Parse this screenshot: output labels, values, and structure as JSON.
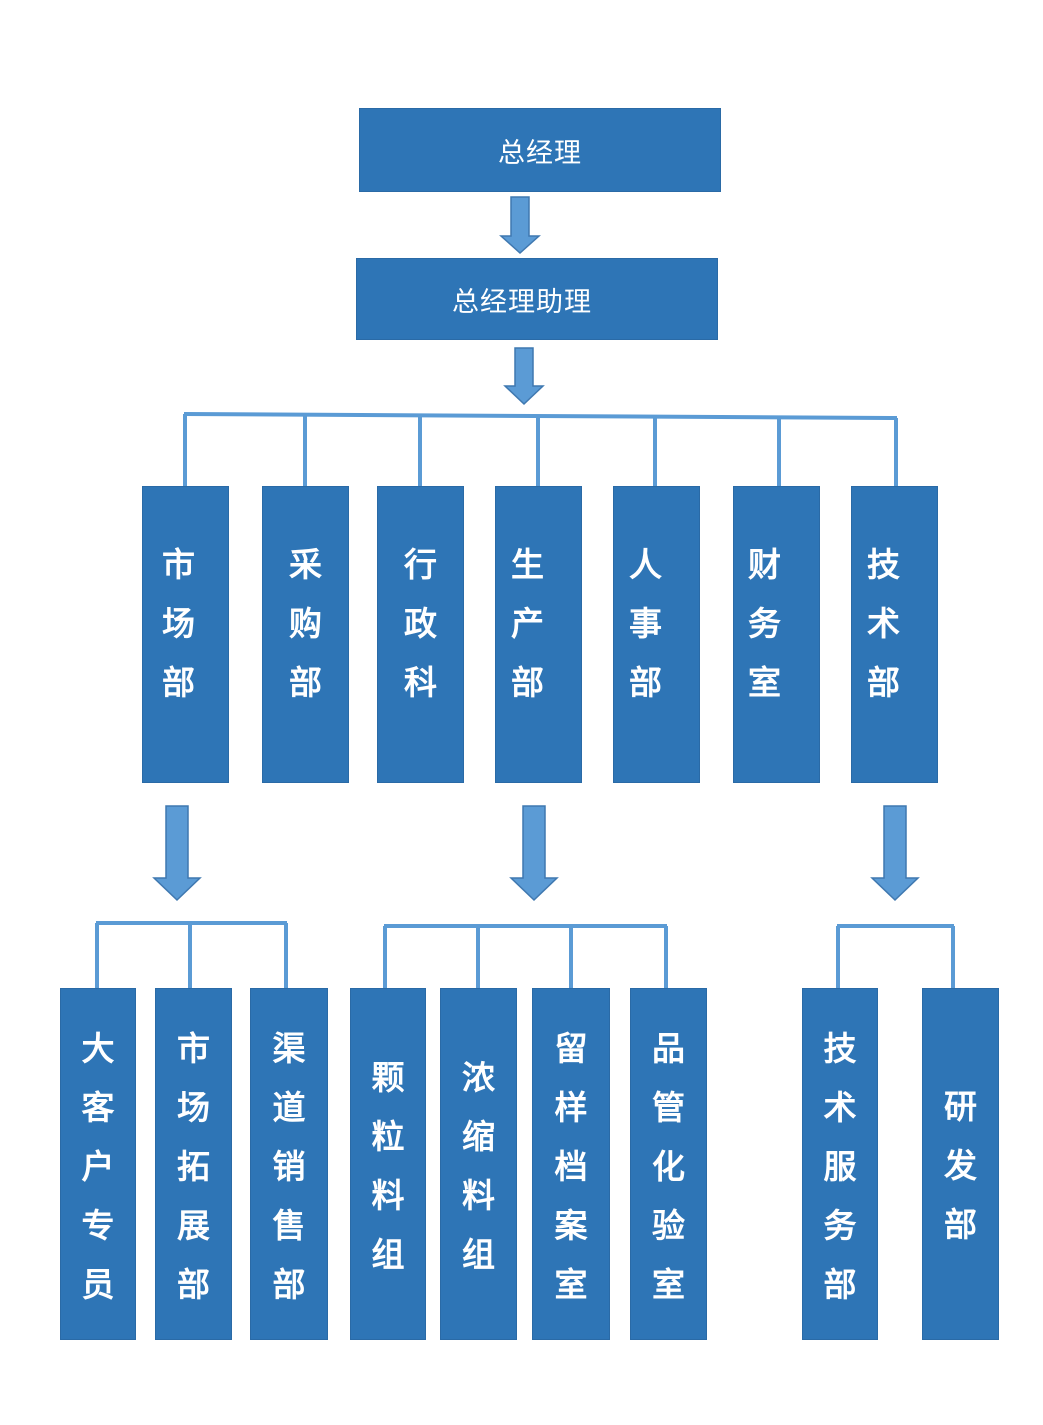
{
  "top": {
    "label": "总经理"
  },
  "assistant": {
    "label": "总经理助理"
  },
  "departments": [
    {
      "label": "市场部"
    },
    {
      "label": "采购部"
    },
    {
      "label": "行政科"
    },
    {
      "label": "生产部"
    },
    {
      "label": "人事部"
    },
    {
      "label": "财务室"
    },
    {
      "label": "技术部"
    }
  ],
  "market_subunits": [
    {
      "label": "大客户专员"
    },
    {
      "label": "市场拓展部"
    },
    {
      "label": "渠道销售部"
    }
  ],
  "production_subunits": [
    {
      "label": "颗粒料组"
    },
    {
      "label": "浓缩料组"
    },
    {
      "label": "留样档案室"
    },
    {
      "label": "品管化验室"
    }
  ],
  "tech_subunits": [
    {
      "label": "技术服务部"
    },
    {
      "label": "研发部"
    }
  ],
  "colors": {
    "box_fill": "#2e75b6",
    "box_text": "#ffffff",
    "line": "#5b9bd5",
    "arrow": "#5b9bd5",
    "arrow_stroke": "#3f78b0"
  }
}
